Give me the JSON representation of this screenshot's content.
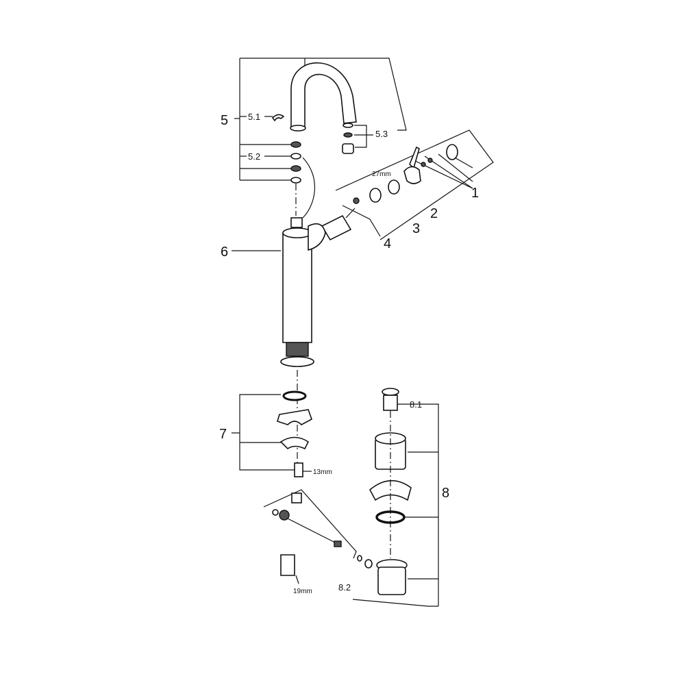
{
  "diagram": {
    "labels": {
      "p1": "1",
      "p2": "2",
      "p3": "3",
      "p4": "4",
      "p5": "5",
      "p5_1": "5.1",
      "p5_2": "5.2",
      "p5_3": "5.3",
      "p6": "6",
      "p7": "7",
      "p8": "8",
      "p8_1": "8.1",
      "p8_2": "8.2",
      "size27": "27mm",
      "size13": "13mm",
      "size19": "19mm"
    }
  }
}
